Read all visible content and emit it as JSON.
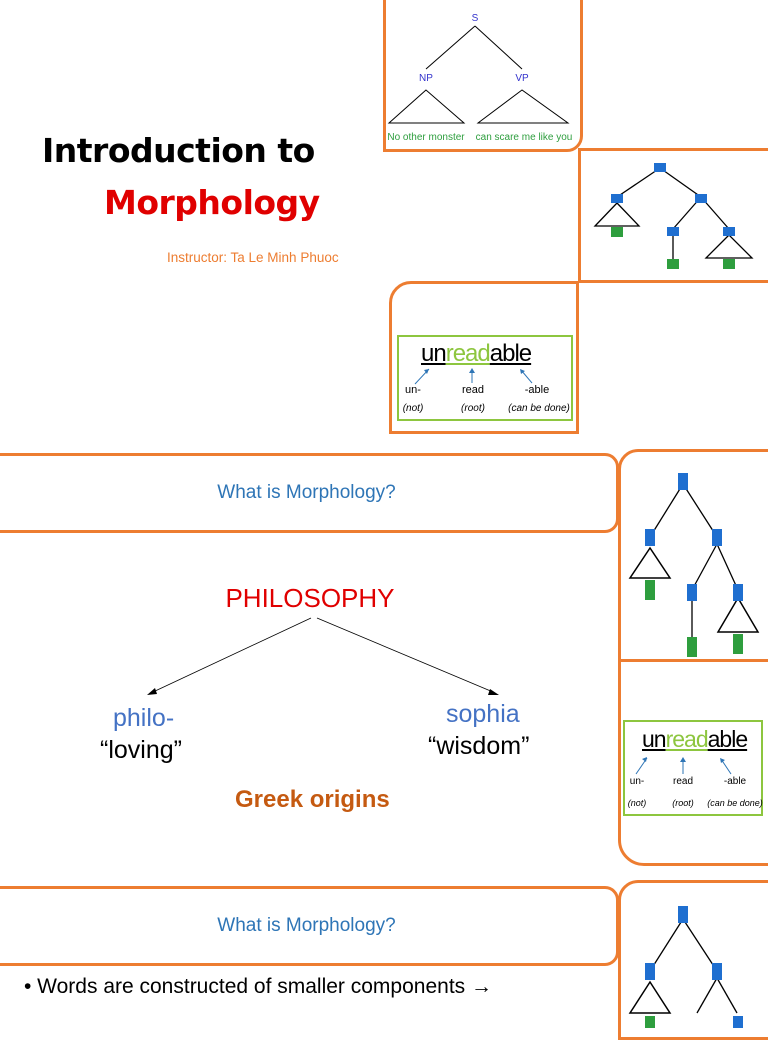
{
  "slide1": {
    "title_line1": "Introduction to",
    "title_line2": "Morphology",
    "instructor": "Instructor: Ta Le Minh Phuoc",
    "syntax_tree": {
      "root": "S",
      "left_node": "NP",
      "right_node": "VP",
      "left_leaf": "No other monster",
      "right_leaf": "can scare me like you"
    },
    "morph_example": {
      "prefix_part": "un",
      "root_part": "read",
      "suffix_part": "able",
      "prefix_label": "un-",
      "root_label": "read",
      "suffix_label": "-able",
      "prefix_gloss": "(not)",
      "root_gloss": "(root)",
      "suffix_gloss": "(can be done)"
    }
  },
  "slide2": {
    "heading": "What is Morphology?",
    "word": "PHILOSOPHY",
    "left_part": "philo-",
    "left_meaning": "“loving”",
    "right_part": "sophia",
    "right_meaning": "“wisdom”",
    "caption": "Greek origins"
  },
  "slide3": {
    "heading": "What is Morphology?",
    "bullet": "• Words are constructed of smaller components →"
  },
  "colors": {
    "accent_orange": "#ED7D31",
    "title_red": "#E00000",
    "heading_blue": "#2E75B6",
    "node_blue": "#1F6FD0",
    "leaf_green": "#2E9E3E",
    "morph_green": "#8DC63F",
    "greek_brown": "#C55A11"
  }
}
